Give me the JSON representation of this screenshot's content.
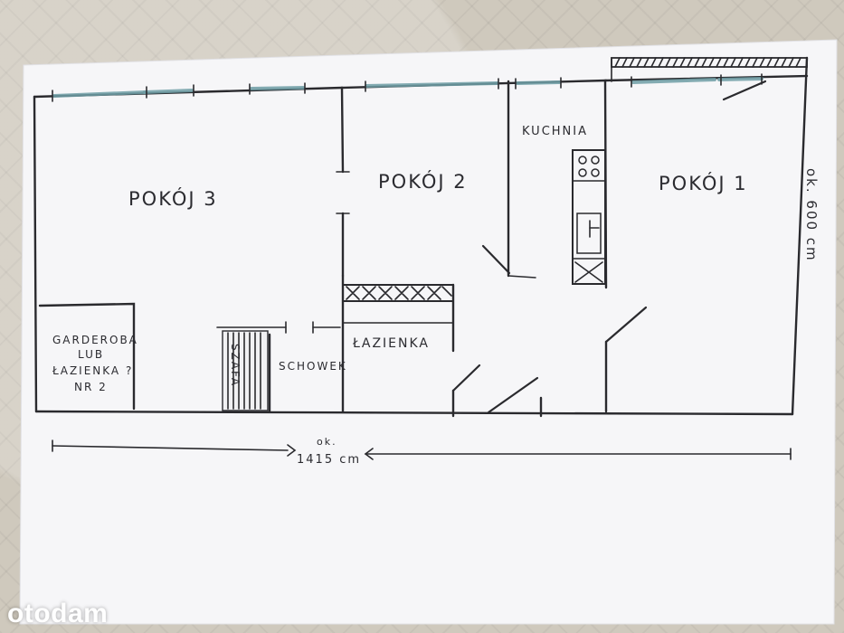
{
  "rooms": {
    "room3": "POKÓJ 3",
    "room2": "POKÓJ 2",
    "room1": "POKÓJ 1",
    "kitchen": "KUCHNIA",
    "bathroom": "ŁAZIENKA",
    "storage": "SCHOWEK",
    "wardrobe": "SZAFA",
    "dressing_room": [
      "GARDEROBA",
      "LUB",
      "ŁAZIENKA ?",
      "NR 2"
    ]
  },
  "dimensions": {
    "height_label": "ok. 600 cm",
    "width_prefix": "ok.",
    "width_value": "1415 cm"
  },
  "watermark": "otodam",
  "colors": {
    "paper": "#f6f6f8",
    "ink": "#2a2a2e",
    "window": "#6f9fa6",
    "background": "#cfc9bd"
  }
}
